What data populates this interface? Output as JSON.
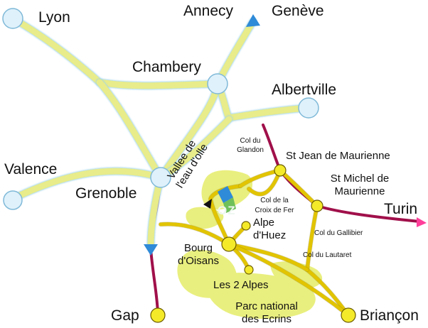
{
  "cities": {
    "lyon": "Lyon",
    "annecy": "Annecy",
    "geneve": "Genève",
    "chambery": "Chambery",
    "albertville": "Albertville",
    "valence": "Valence",
    "grenoble": "Grenoble",
    "turin": "Turin",
    "gap": "Gap",
    "briancon": "Briançon"
  },
  "places": {
    "st_jean": "St Jean de Maurienne",
    "st_michel_1": "St Michel de",
    "st_michel_2": "Maurienne",
    "alpe_huez_1": "Alpe",
    "alpe_huez_2": "d'Huez",
    "bourg_1": "Bourg",
    "bourg_2": "d'Oisans",
    "les2alpes": "Les 2 Alpes",
    "parc_1": "Parc national",
    "parc_2": "des Ecrins"
  },
  "passes": {
    "glandon_1": "Col du",
    "glandon_2": "Glandon",
    "croix_1": "Col de la",
    "croix_2": "Croix de Fer",
    "galibier": "Col du Gallibier",
    "lautaret": "Col du Lautaret"
  },
  "valley": {
    "line1": "Vallee de",
    "line2": "l'eau d'olle"
  },
  "logo_text": "OZ",
  "colors": {
    "motorway": "#e8ec8a",
    "motorway_edge": "#9fd4e8",
    "road": "#e2c400",
    "road_edge": "#7a6a00",
    "rail": "#a0104a",
    "arrow_pink": "#ff3e9a",
    "arrow_blue": "#2f8ad8",
    "node_blue": "#dff1fb",
    "node_yellow": "#f4ea2a",
    "terrain": "#e9ef7e"
  }
}
